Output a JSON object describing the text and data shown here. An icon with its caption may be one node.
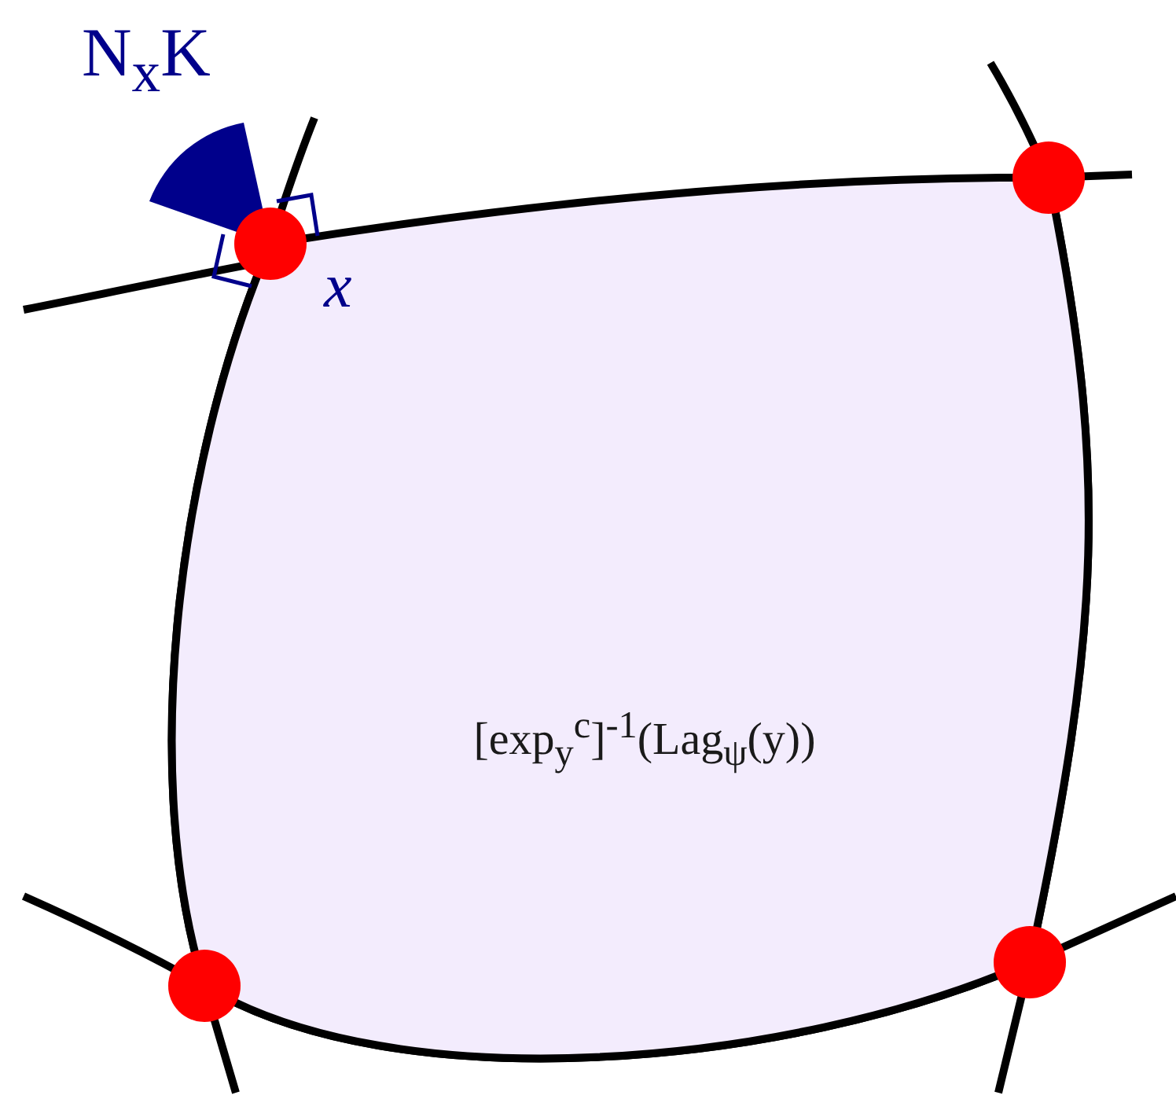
{
  "diagram": {
    "nodes": [
      {
        "text": [
          "[exp$_{y}$$^{c}$]$^{-1}$(Lag$_{ψ}$(y))"
        ]
      }
    ],
    "labels": [
      "N$_{x}$K",
      "x"
    ]
  }
}
